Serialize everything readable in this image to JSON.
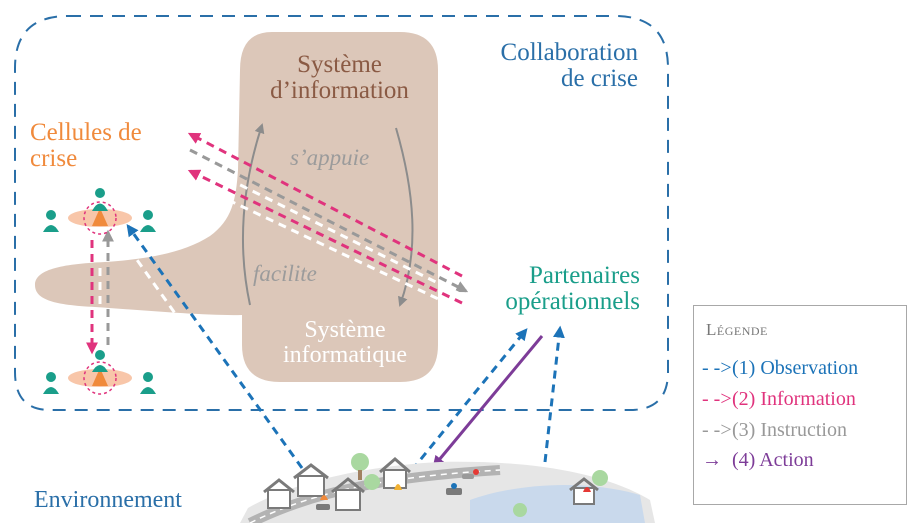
{
  "diagram": {
    "collaboration_title": "Collaboration\nde crise",
    "cellules_label": "Cellules de\ncrise",
    "systeme_information_label": "Système\nd’information",
    "systeme_informatique_label": "Système\ninformatique",
    "sappuie_label": "s’appuie",
    "facilite_label": "facilite",
    "partenaires_label": "Partenaires\nopérationnels",
    "environnement_label": "Environnement"
  },
  "legend": {
    "title": "Légende",
    "items": [
      {
        "label": "(1) Observation",
        "symbol": "- ->",
        "color": "#1c73b8"
      },
      {
        "label": "(2) Information",
        "symbol": "- ->",
        "color": "#e0337d"
      },
      {
        "label": "(3) Instruction",
        "symbol": "- ->",
        "color": "#999999"
      },
      {
        "label": "(4) Action",
        "symbol": "→",
        "color": "#7d3c98"
      }
    ]
  },
  "colors": {
    "observation": "#1c73b8",
    "information": "#e0337d",
    "instruction": "#999999",
    "action": "#7d3c98",
    "shape": "#dcc7b9",
    "boundary": "#2a6fa8"
  }
}
